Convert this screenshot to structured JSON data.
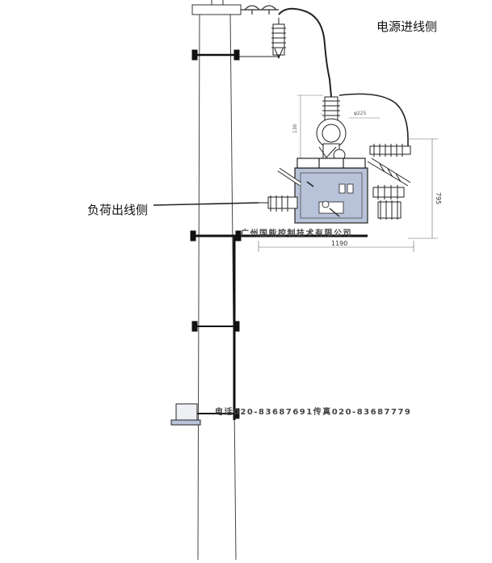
{
  "labels": {
    "source_side": "电源进线侧",
    "load_side": "负荷出线侧"
  },
  "dimensions": {
    "width_total": "1190",
    "height_total": "795",
    "ct_height": "130",
    "ct_dia": "φ225"
  },
  "watermark": {
    "company": "广州国能控制技术有限公司",
    "contact": "电话020-83687691传真020-83687779"
  },
  "colors": {
    "line": "#222222",
    "pole": "#444444",
    "box_fill": "#b8c2d8",
    "crossarm": "#111111"
  }
}
